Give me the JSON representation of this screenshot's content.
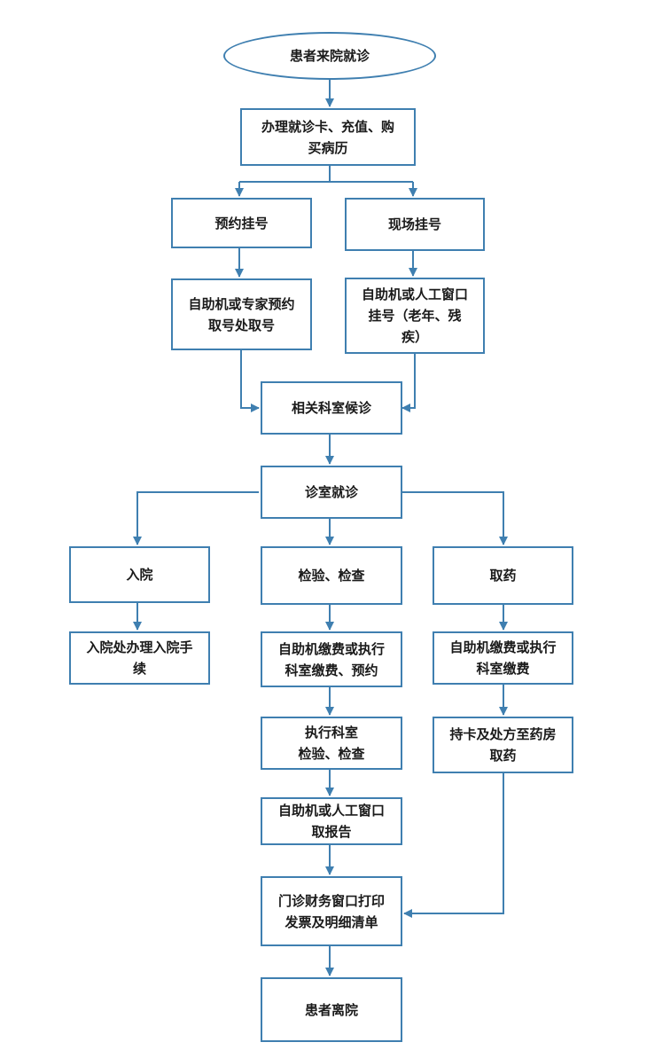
{
  "colors": {
    "line": "#3f7fb0",
    "box_border": "#3f7fb0",
    "text": "#1a1a1a",
    "background": "#ffffff"
  },
  "nodes": {
    "start": "患者来院就诊",
    "card": "办理就诊卡、充值、购\n买病历",
    "appointment": "预约挂号",
    "onsite": "现场挂号",
    "self_appt": "自助机或专家预约\n取号处取号",
    "self_onsite": "自助机或人工窗口\n挂号（老年、残\n疾）",
    "waiting": "相关科室候诊",
    "consult": "诊室就诊",
    "admit": "入院",
    "exam": "检验、检查",
    "medicine": "取药",
    "admit_proc": "入院处办理入院手\n续",
    "exam_pay": "自助机缴费或执行\n科室缴费、预约",
    "med_pay": "自助机缴费或执行\n科室缴费",
    "exam_exec": "执行科室\n检验、检查",
    "med_pick": "持卡及处方至药房\n取药",
    "report": "自助机或人工窗口\n取报告",
    "invoice": "门诊财务窗口打印\n发票及明细清单",
    "leave": "患者离院"
  }
}
